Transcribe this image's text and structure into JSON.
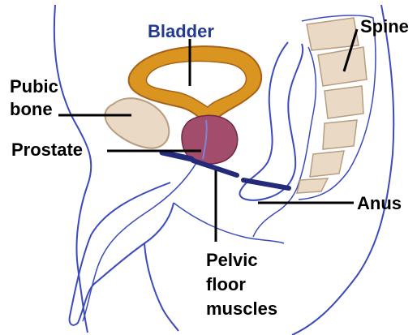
{
  "labels": {
    "bladder": "Bladder",
    "spine": "Spine",
    "pubic_bone_1": "Pubic",
    "pubic_bone_2": "bone",
    "prostate": "Prostate",
    "anus": "Anus",
    "pelvic_1": "Pelvic",
    "pelvic_2": "floor",
    "pelvic_3": "muscles"
  },
  "colors": {
    "outline": "#3b4bbd",
    "bladder_wall": "#d9951f",
    "bladder_wall_edge": "#a8621a",
    "bone": "#ead9c4",
    "bone_edge": "#b89d80",
    "prostate": "#a34d6c",
    "muscle": "#232a7a",
    "label": "#000000",
    "bladder_label": "#233a8f"
  }
}
